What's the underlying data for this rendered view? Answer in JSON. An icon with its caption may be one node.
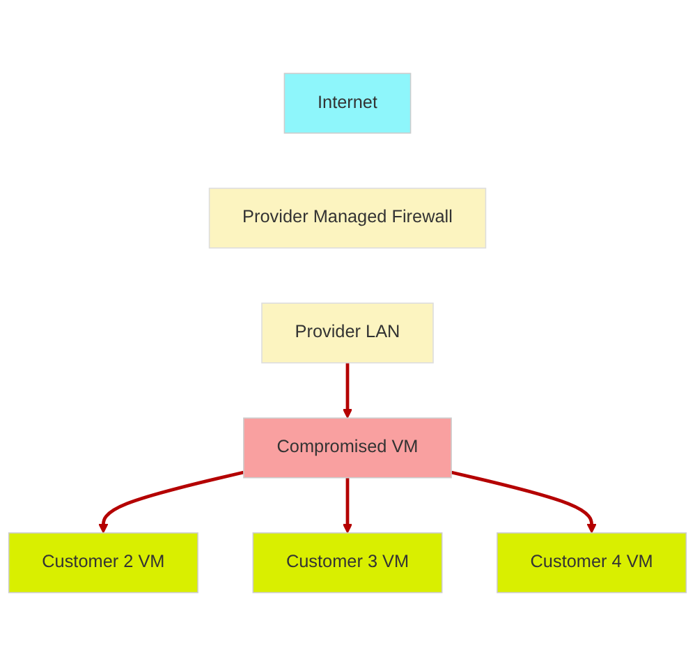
{
  "diagram": {
    "nodes": [
      {
        "text": [
          "Internet"
        ]
      },
      {
        "text": [
          "Provider Managed Firewall"
        ]
      },
      {
        "text": [
          "Provider LAN"
        ]
      },
      {
        "text": [
          "Compromised VM"
        ]
      },
      {
        "text": [
          "Customer 2 VM"
        ]
      },
      {
        "text": [
          "Customer 3 VM"
        ]
      },
      {
        "text": [
          "Customer 4 VM"
        ]
      }
    ],
    "edges": [
      {
        "from": 2,
        "to": 3,
        "arrow": "to"
      },
      {
        "from": 3,
        "to": 4,
        "arrow": "to"
      },
      {
        "from": 3,
        "to": 5,
        "arrow": "to"
      },
      {
        "from": 3,
        "to": 6,
        "arrow": "to"
      }
    ]
  }
}
